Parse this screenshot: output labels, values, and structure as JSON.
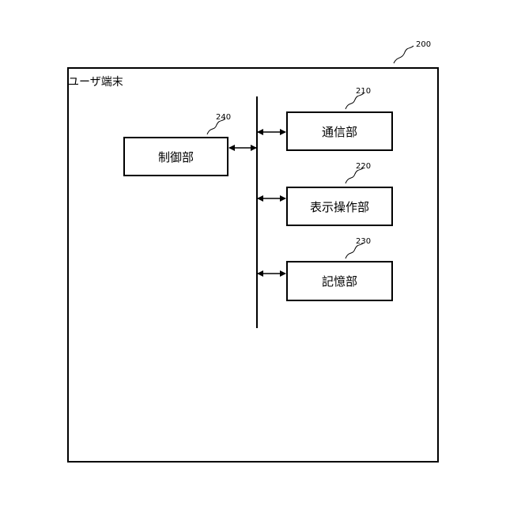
{
  "diagram": {
    "terminal": {
      "label": "ユーザ端末",
      "ref": "200"
    },
    "blocks": {
      "communication": {
        "label": "通信部",
        "ref": "210"
      },
      "display_operation": {
        "label": "表示操作部",
        "ref": "220"
      },
      "storage": {
        "label": "記憶部",
        "ref": "230"
      },
      "control": {
        "label": "制御部",
        "ref": "240"
      }
    }
  }
}
